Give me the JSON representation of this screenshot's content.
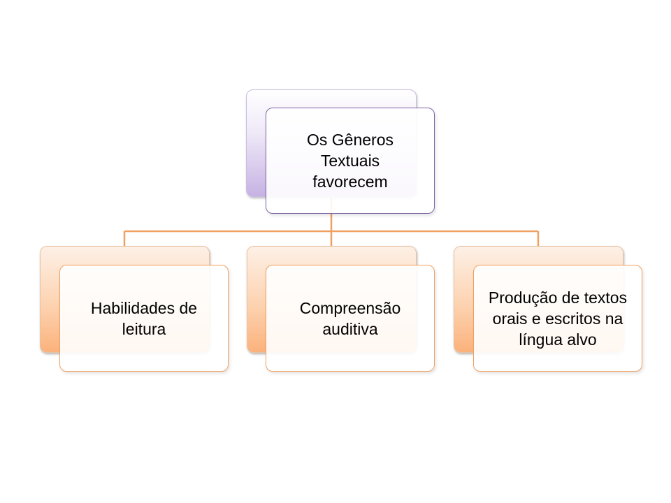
{
  "diagram": {
    "root": {
      "label": "Os Gêneros Textuais favorecem"
    },
    "children": [
      {
        "label": "Habilidades de leitura"
      },
      {
        "label": "Compreensão auditiva"
      },
      {
        "label": "Produção de textos orais e escritos na língua alvo"
      }
    ],
    "colors": {
      "root_accent": "#7d63a3",
      "root_fill": "#c6b2e3",
      "child_accent": "#f0a060",
      "child_fill": "#fbb27c",
      "connector": "#f0a060"
    }
  }
}
